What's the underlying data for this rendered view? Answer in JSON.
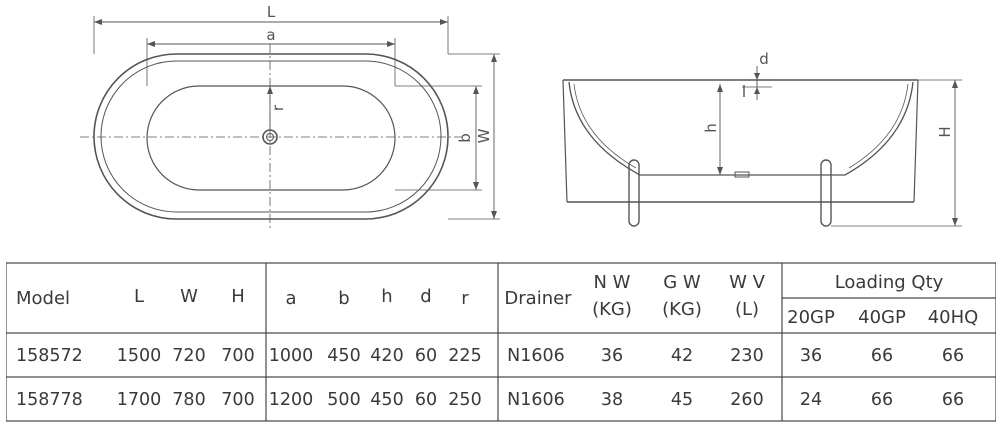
{
  "drawing_labels": {
    "L": "L",
    "a": "a",
    "r": "r",
    "b": "b",
    "W": "W",
    "d": "d",
    "h": "h",
    "H": "H"
  },
  "table": {
    "header": {
      "model": "Model",
      "L": "L",
      "W": "W",
      "H": "H",
      "a": "a",
      "b": "b",
      "h": "h",
      "d": "d",
      "r": "r",
      "drainer": "Drainer",
      "nw_1": "N W",
      "nw_2": "(KG)",
      "gw_1": "G W",
      "gw_2": "(KG)",
      "wv_1": "W V",
      "wv_2": "(L)",
      "loading": "Loading Qty",
      "c20gp": "20GP",
      "c40gp": "40GP",
      "c40hq": "40HQ"
    },
    "rows": [
      {
        "model": "158572",
        "L": "1500",
        "W": "720",
        "H": "700",
        "a": "1000",
        "b": "450",
        "h": "420",
        "d": "60",
        "r": "225",
        "drainer": "N1606",
        "nw": "36",
        "gw": "42",
        "wv": "230",
        "c20gp": "36",
        "c40gp": "66",
        "c40hq": "66"
      },
      {
        "model": "158778",
        "L": "1700",
        "W": "780",
        "H": "700",
        "a": "1200",
        "b": "500",
        "h": "450",
        "d": "60",
        "r": "250",
        "drainer": "N1606",
        "nw": "38",
        "gw": "45",
        "wv": "260",
        "c20gp": "24",
        "c40gp": "66",
        "c40hq": "66"
      }
    ]
  }
}
